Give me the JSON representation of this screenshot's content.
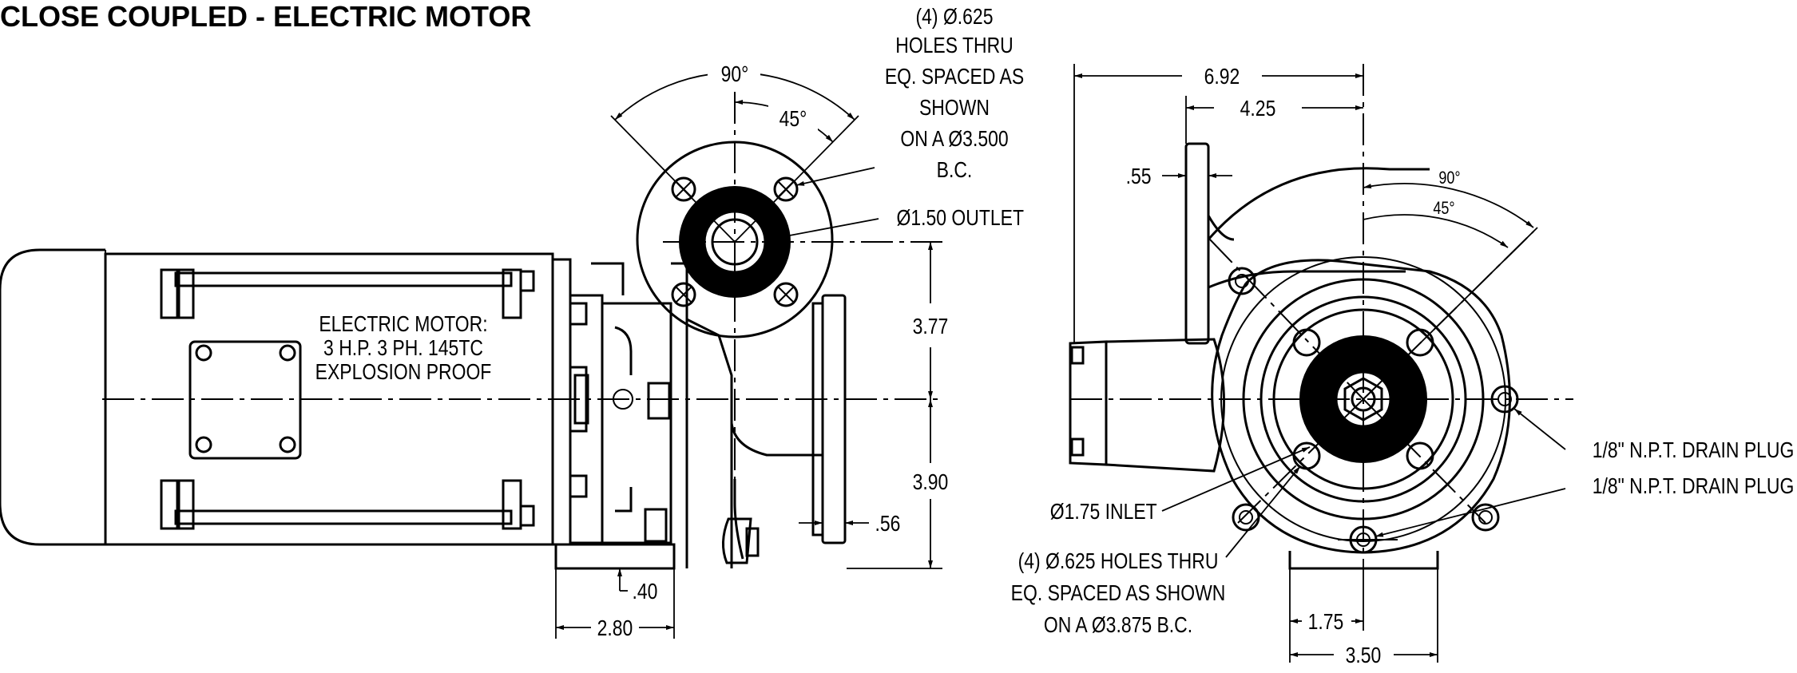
{
  "title": "CLOSE COUPLED - ELECTRIC MOTOR",
  "side_view": {
    "motor_label": [
      "ELECTRIC MOTOR:",
      "3 H.P. 3 PH. 145TC",
      "EXPLOSION PROOF"
    ],
    "flange_angle_outer": "90°",
    "flange_angle_inner": "45°",
    "outlet_holes_note": [
      "(4) Ø.625",
      "HOLES THRU",
      "EQ. SPACED AS",
      "SHOWN",
      "ON A Ø3.500",
      "B.C."
    ],
    "outlet_label": "Ø1.50 OUTLET",
    "dim_upper_height": "3.77",
    "dim_lower_height": "3.90",
    "dim_flange_thickness": ".56",
    "dim_base_offset": ".40",
    "dim_base_width": "2.80"
  },
  "end_view": {
    "dim_overall": "6.92",
    "dim_flange_to_center": "4.25",
    "dim_flange_thickness": ".55",
    "angle_outer": "90°",
    "angle_inner": "45°",
    "drain_plug_upper": "1/8\" N.P.T. DRAIN PLUG",
    "drain_plug_lower": "1/8\" N.P.T. DRAIN PLUG",
    "inlet_label": "Ø1.75 INLET",
    "inlet_holes_note": [
      "(4) Ø.625 HOLES THRU",
      "EQ. SPACED AS SHOWN",
      "ON A Ø3.875 B.C."
    ],
    "dim_base_half": "1.75",
    "dim_base_full": "3.50"
  }
}
